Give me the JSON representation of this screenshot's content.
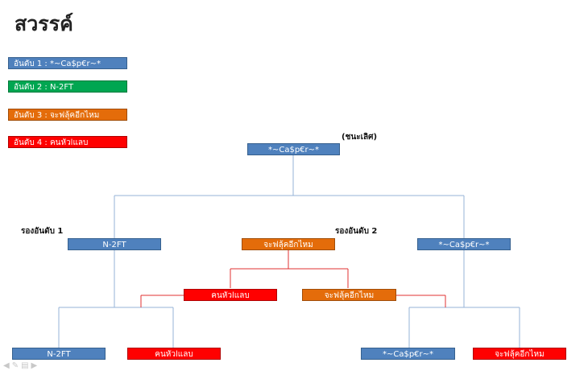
{
  "title": "สวรรค์",
  "legend": [
    {
      "text": "อันดับ 1 : *~Ca$p€r~*",
      "color": "blue"
    },
    {
      "text": "อันดับ 2 : N-2FT",
      "color": "green"
    },
    {
      "text": "อันดับ 3 : จะฟลุ้คอีกไหม",
      "color": "orange"
    },
    {
      "text": "อันดับ 4 : คนหัวlแลบ",
      "color": "red"
    }
  ],
  "labels": {
    "champion": "(ชนะเลิศ)",
    "runner_up_1": "รองอันดับ 1",
    "runner_up_2": "รองอันดับ 2"
  },
  "bracket": {
    "final": "*~Ca$p€r~*",
    "semi_left": "N-2FT",
    "semi_mid": "จะฟลุ้คอีกไหม",
    "semi_right": "*~Ca$p€r~*",
    "qf_mid_left": "คนหัวlแลบ",
    "qf_mid_right": "จะฟลุ้คอีกไหม",
    "r1_left_a": "N-2FT",
    "r1_left_b": "คนหัวlแลบ",
    "r1_right_a": "*~Ca$p€r~*",
    "r1_right_b": "จะฟลุ้คอีกไหม"
  },
  "colors": {
    "blue": "#4f81bd",
    "green": "#00a651",
    "orange": "#e46c0a",
    "red": "#ff0000",
    "connector_blue": "#95b3d7",
    "connector_red": "#e03030"
  },
  "nav_icons": [
    "prev-arrow-icon",
    "pen-icon",
    "menu-icon",
    "next-arrow-icon"
  ]
}
